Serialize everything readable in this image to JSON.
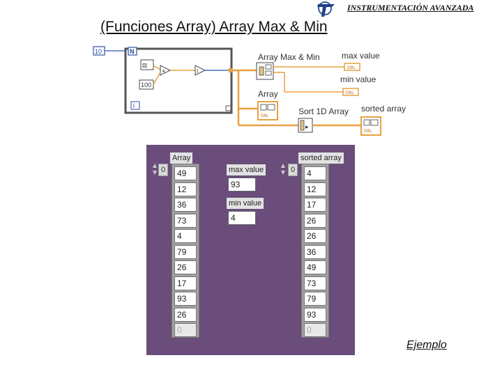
{
  "header": {
    "title": "INSTRUMENTACIÓN AVANZADA"
  },
  "slide": {
    "title": "(Funciones Array) Array Max & Min"
  },
  "block_diagram": {
    "loop_count_constant": "10",
    "loop_count_terminal": "N",
    "multiply_constant": "100",
    "iteration_terminal": "i",
    "max_min_label": "Array Max & Min",
    "max_value_label": "max value",
    "min_value_label": "min value",
    "array_label": "Array",
    "sort_label": "Sort 1D Array",
    "sorted_array_label": "sorted array"
  },
  "front_panel": {
    "array_caption": "Array",
    "array_index": "0",
    "array_values": [
      "49",
      "12",
      "36",
      "73",
      "4",
      "79",
      "26",
      "17",
      "93",
      "26",
      "0"
    ],
    "max_caption": "max value",
    "max_value": "93",
    "min_caption": "min value",
    "min_value": "4",
    "sorted_caption": "sorted array",
    "sorted_index": "0",
    "sorted_values": [
      "4",
      "12",
      "17",
      "26",
      "26",
      "36",
      "49",
      "73",
      "79",
      "93",
      "0"
    ]
  },
  "footer": {
    "link": "Ejemplo"
  },
  "colors": {
    "panel_bg": "#6a4d7a",
    "wire_orange": "#e8a040",
    "wire_blue": "#4a70c0"
  }
}
